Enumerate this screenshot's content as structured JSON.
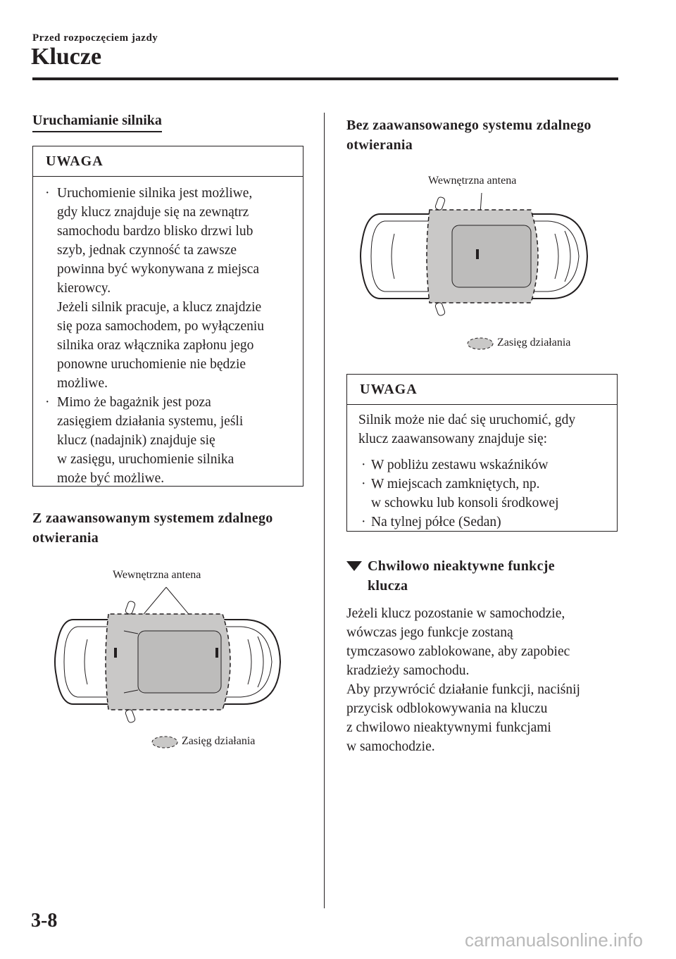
{
  "header": {
    "chapter": "Przed rozpoczęciem jazdy",
    "title": "Klucze"
  },
  "left": {
    "section_title": "Uruchamianie silnika",
    "note": {
      "heading": "UWAGA",
      "items": [
        [
          "Uruchomienie silnika jest możliwe,",
          "gdy klucz znajduje się na zewnątrz",
          "samochodu bardzo blisko drzwi lub",
          "szyb, jednak czynność ta zawsze",
          "powinna być wykonywana z miejsca",
          "kierowcy.",
          "Jeżeli silnik pracuje, a klucz znajdzie",
          "się poza samochodem, po wyłączeniu",
          "silnika oraz włącznika zapłonu jego",
          "ponowne uruchomienie nie będzie",
          "możliwe."
        ],
        [
          "Mimo że bagażnik jest poza",
          "zasięgiem działania systemu, jeśli",
          "klucz (nadajnik) znajduje się",
          "w zasięgu, uruchomienie silnika",
          "może być możliwe."
        ]
      ]
    },
    "subheading": [
      "Z zaawansowanym systemem zdalnego",
      "otwierania"
    ],
    "diagram": {
      "antenna_label": "Wewnętrzna antena",
      "range_label": "Zasięg działania"
    }
  },
  "right": {
    "subheading": [
      "Bez zaawansowanego systemu zdalnego",
      "otwierania"
    ],
    "diagram": {
      "antenna_label": "Wewnętrzna antena",
      "range_label": "Zasięg działania"
    },
    "note": {
      "heading": "UWAGA",
      "intro": [
        "Silnik może nie dać się uruchomić, gdy",
        "klucz zaawansowany znajduje się:"
      ],
      "items": [
        [
          "W pobliżu zestawu wskaźników"
        ],
        [
          "W miejscach zamkniętych, np.",
          "w schowku lub konsoli środkowej"
        ],
        [
          "Na tylnej półce (Sedan)"
        ]
      ]
    },
    "section": {
      "heading": [
        "Chwilowo nieaktywne funkcje",
        "klucza"
      ],
      "body": [
        "Jeżeli klucz pozostanie w samochodzie,",
        "wówczas jego funkcje zostaną",
        "tymczasowo zablokowane, aby zapobiec",
        "kradzieży samochodu.",
        "Aby przywrócić działanie funkcji, naciśnij",
        "przycisk odblokowywania na kluczu",
        "z chwilowo nieaktywnymi funkcjami",
        "w samochodzie."
      ]
    }
  },
  "footer": {
    "page_number": "3-8",
    "watermark": "carmanualsonline.info"
  },
  "bullet_symbol": "·"
}
